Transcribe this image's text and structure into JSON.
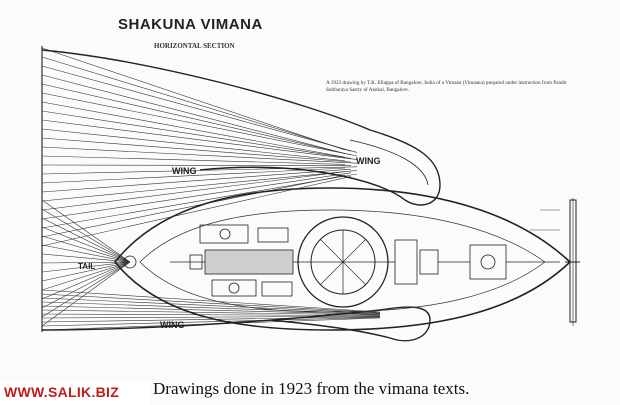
{
  "header": {
    "title": "SHAKUNA VIMANA",
    "subtitle": "HORIZONTAL SECTION",
    "note": "A 1923 drawing by T.K. Ellappa of Bangalore, India of a Vimana (Vimaana) prepared under instruction from Pandit Subbaraya Sastry of Anekal, Bangalore."
  },
  "labels": {
    "wing_upper_left": "WING",
    "wing_upper_right": "WING",
    "wing_lower": "WING",
    "tail": "TAIL"
  },
  "caption": "Drawings done in 1923 from the vimana texts.",
  "watermark": "WWW.SALIK.BIZ",
  "colors": {
    "ink": "#222222",
    "paper": "#fbfbf9",
    "watermark": "#bf1c1c"
  }
}
